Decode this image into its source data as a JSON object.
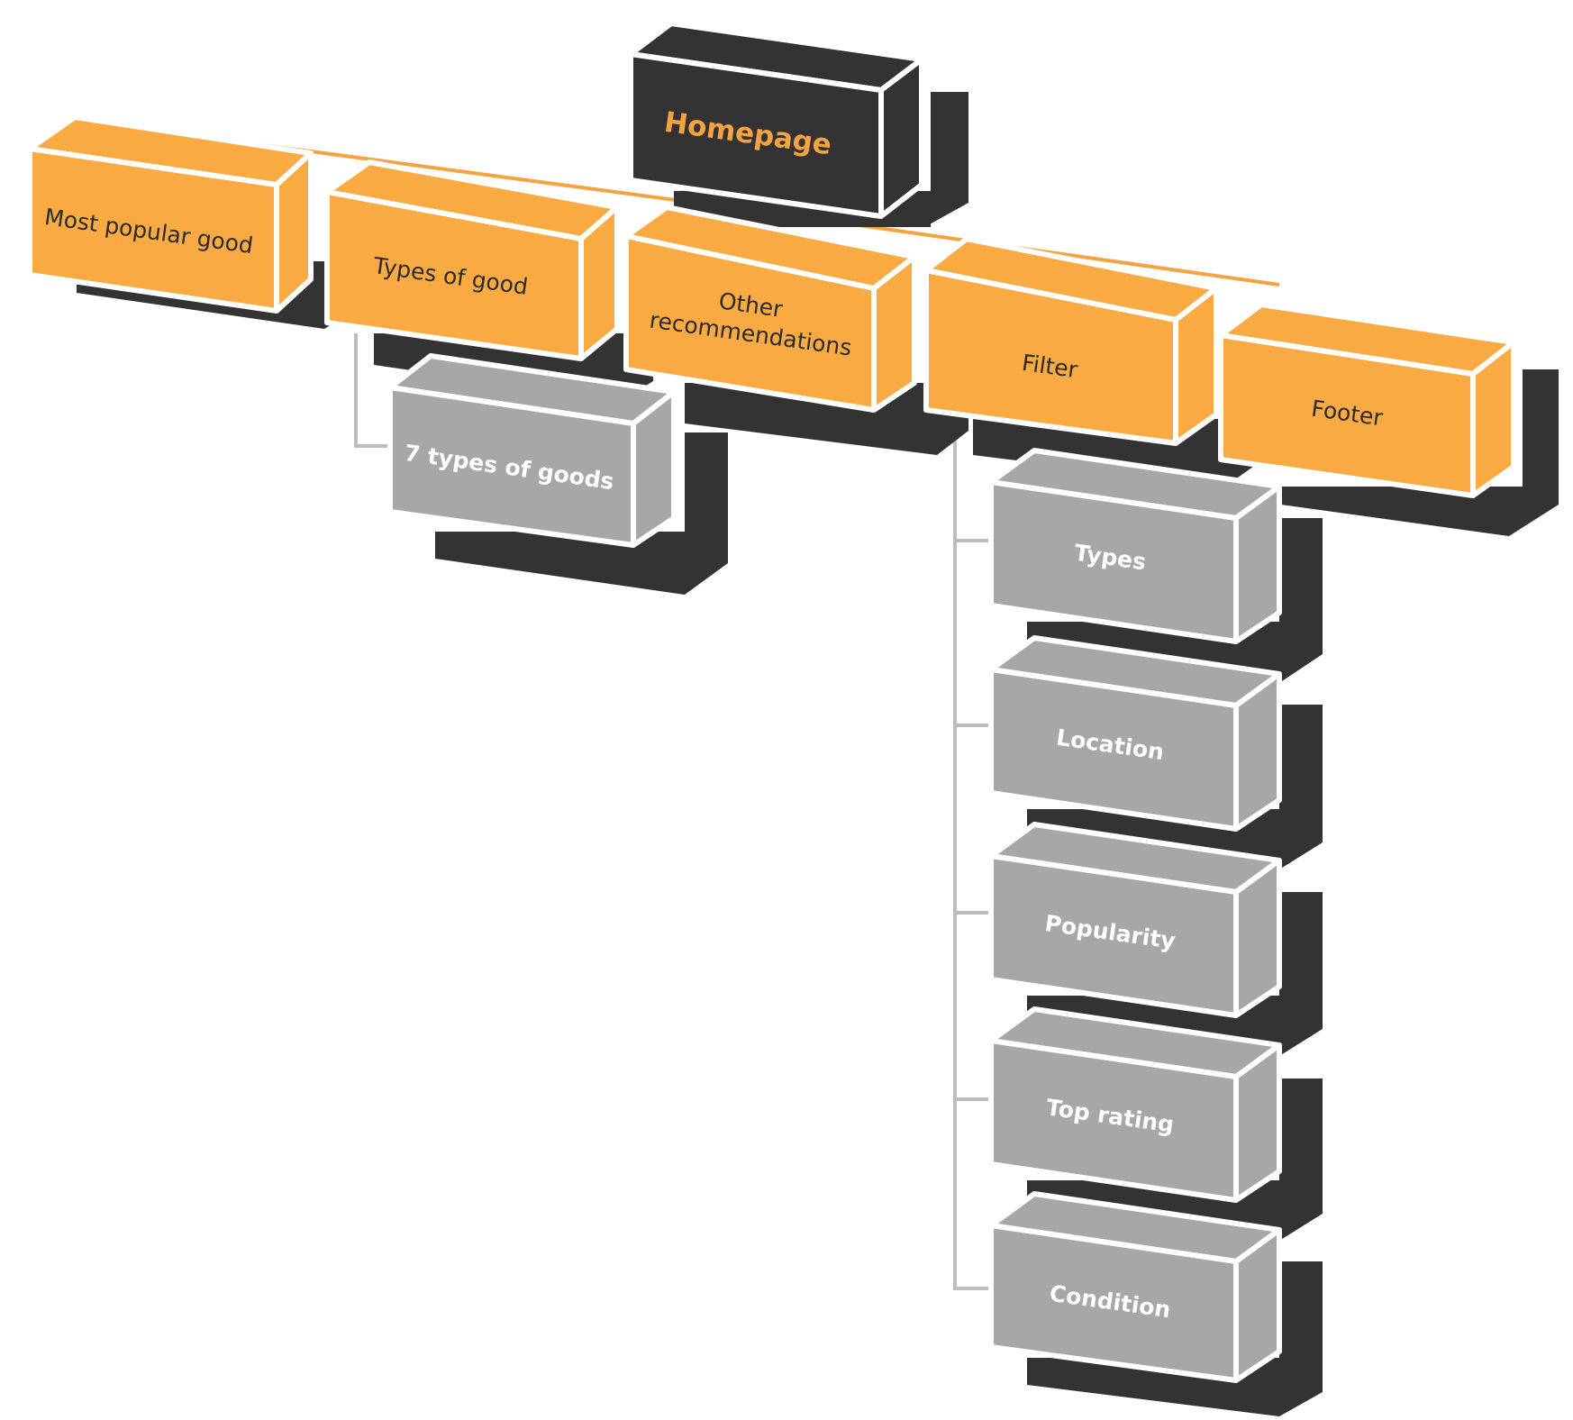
{
  "colors": {
    "orange": "#FAAA42",
    "orange_side": "#FAAA42",
    "dark": "#333333",
    "gray": "#A7A7A7",
    "connector_orange": "#F4A340",
    "connector_gray": "#BDBDBD",
    "root_text": "#F4A340",
    "level1_text": "#2B2B2B",
    "level2_text": "#ffffff",
    "outline": "#ffffff"
  },
  "diagram": {
    "root": {
      "label": "Homepage"
    },
    "sections": [
      {
        "id": "most-popular",
        "label": "Most popular good"
      },
      {
        "id": "types-of-good",
        "label": "Types of good",
        "children": [
          "7 types of goods"
        ]
      },
      {
        "id": "other-recommendations",
        "label_lines": [
          "Other",
          "recommendations"
        ]
      },
      {
        "id": "filter",
        "label": "Filter",
        "children": [
          "Types",
          "Location",
          "Popularity",
          "Top rating",
          "Condition"
        ]
      },
      {
        "id": "footer",
        "label": "Footer"
      }
    ]
  }
}
